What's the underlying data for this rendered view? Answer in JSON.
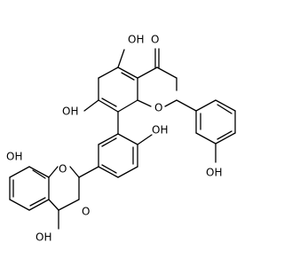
{
  "structure": {
    "atoms": {
      "oh_c5_top": "OH",
      "o_ketone_top": "O",
      "oh_c7_top": "OH",
      "o_ring_top": "O",
      "oh_phenyl_right": "OH",
      "oh_linker_ring": "OH",
      "oh_c7_bottom": "OH",
      "o_ring_bottom": "O",
      "oh_c5_bottom": "OH",
      "o_ketone_bottom": "O"
    }
  }
}
